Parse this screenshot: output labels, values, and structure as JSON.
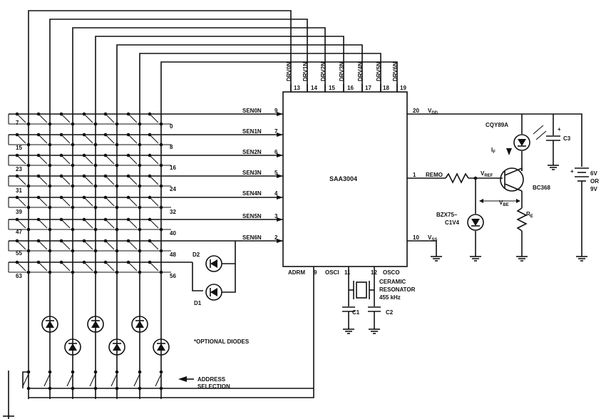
{
  "ic": {
    "name": "SAA3004",
    "drive_pins": [
      {
        "name": "DRV0N",
        "pin": "13"
      },
      {
        "name": "DRV1N",
        "pin": "14"
      },
      {
        "name": "DRV2N",
        "pin": "15"
      },
      {
        "name": "DRV3N",
        "pin": "16"
      },
      {
        "name": "DRV4N",
        "pin": "17"
      },
      {
        "name": "DRV5N",
        "pin": "18"
      },
      {
        "name": "DRV6N",
        "pin": "19"
      }
    ],
    "sense_pins": [
      {
        "name": "SEN0N",
        "pin": "9"
      },
      {
        "name": "SEN1N",
        "pin": "7"
      },
      {
        "name": "SEN2N",
        "pin": "6"
      },
      {
        "name": "SEN3N",
        "pin": "5"
      },
      {
        "name": "SEN4N",
        "pin": "4"
      },
      {
        "name": "SEN5N",
        "pin": "3"
      },
      {
        "name": "SEN6N",
        "pin": "2"
      }
    ],
    "right_pins": {
      "vdd_pin": "20",
      "vdd": "V",
      "vdd_sub": "DD",
      "remo_pin": "1",
      "remo": "REMO",
      "vss_pin": "10",
      "vss": "V",
      "vss_sub": "SS"
    },
    "bottom_pins": {
      "adrm": "ADRM",
      "adrm_pin": "9",
      "osci": "OSCI",
      "osci_pin": "11",
      "osco_pin": "12",
      "osco": "OSCO"
    }
  },
  "matrix": {
    "row_labels_left": [
      "7",
      "15",
      "23",
      "31",
      "39",
      "47",
      "55",
      "63"
    ],
    "row_labels_right": [
      "0",
      "8",
      "16",
      "24",
      "32",
      "40",
      "48",
      "56"
    ]
  },
  "components": {
    "d2": "D2",
    "d1": "D1",
    "optional_diodes": "*OPTIONAL DIODES",
    "address_selection_line1": "ADDRESS",
    "address_selection_line2": "SELECTION",
    "resonator_line1": "CERAMIC",
    "resonator_line2": "RESONATOR",
    "resonator_line3": "455 kHz",
    "c1": "C1",
    "c2": "C2",
    "c3": "C3",
    "led": "CQY89A",
    "if": "I",
    "if_sub": "F",
    "vref": "V",
    "vref_sub": "REF",
    "transistor": "BC368",
    "vbe": "V",
    "vbe_sub": "BE",
    "re": "R",
    "re_sub": "E",
    "zener_line1": "BZX75–",
    "zener_line2": "C1V4",
    "battery_line1": "6V",
    "battery_line2": "OR",
    "battery_line3": "9V",
    "plus": "+"
  }
}
